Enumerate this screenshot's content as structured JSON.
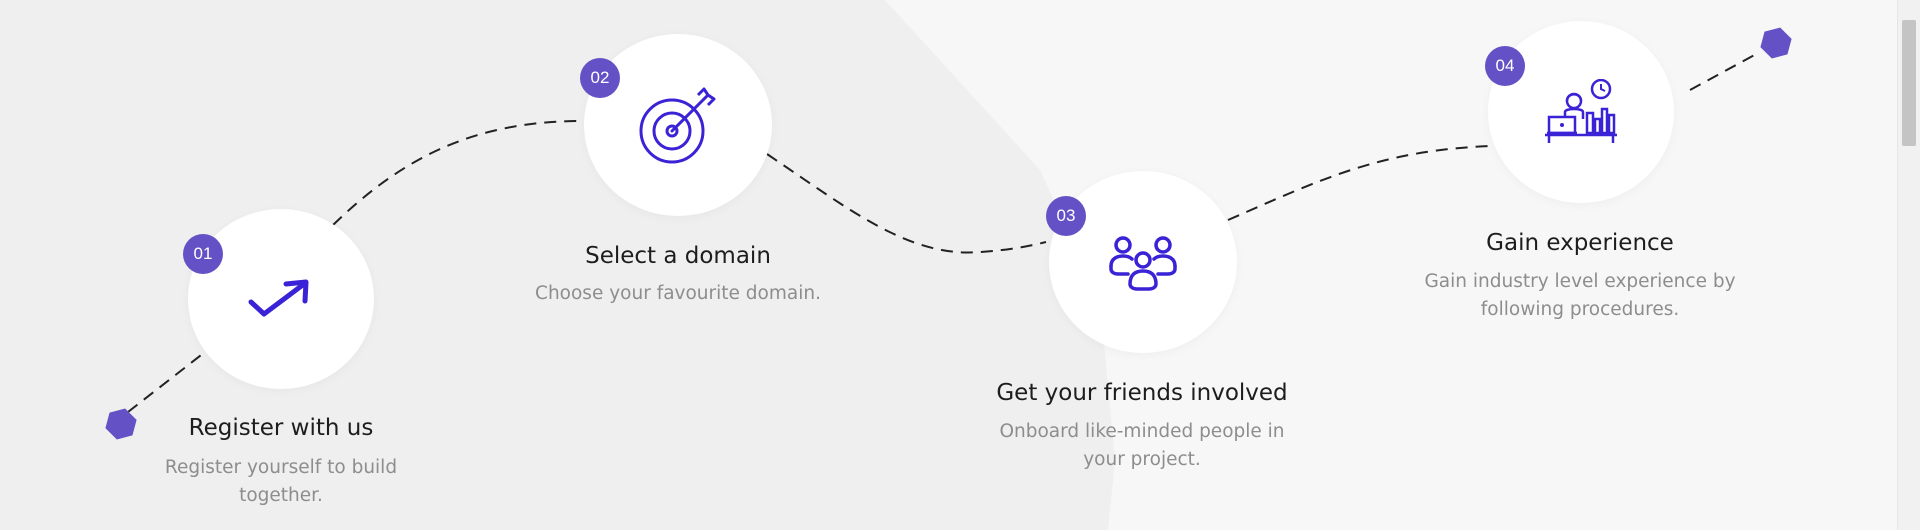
{
  "colors": {
    "accent": "#6451c6",
    "icon": "#3a22d6",
    "title": "#1d1d1d",
    "description": "#8d8d8d"
  },
  "steps": [
    {
      "number": "01",
      "title": "Register with us",
      "description": "Register yourself to build together.",
      "icon": "trending-arrow-icon"
    },
    {
      "number": "02",
      "title": "Select a domain",
      "description": "Choose your favourite domain.",
      "icon": "target-icon"
    },
    {
      "number": "03",
      "title": "Get your friends involved",
      "description": "Onboard like-minded people in your project.",
      "icon": "group-icon"
    },
    {
      "number": "04",
      "title": "Gain experience",
      "description": "Gain industry level experience by following procedures.",
      "icon": "workstation-icon"
    }
  ]
}
